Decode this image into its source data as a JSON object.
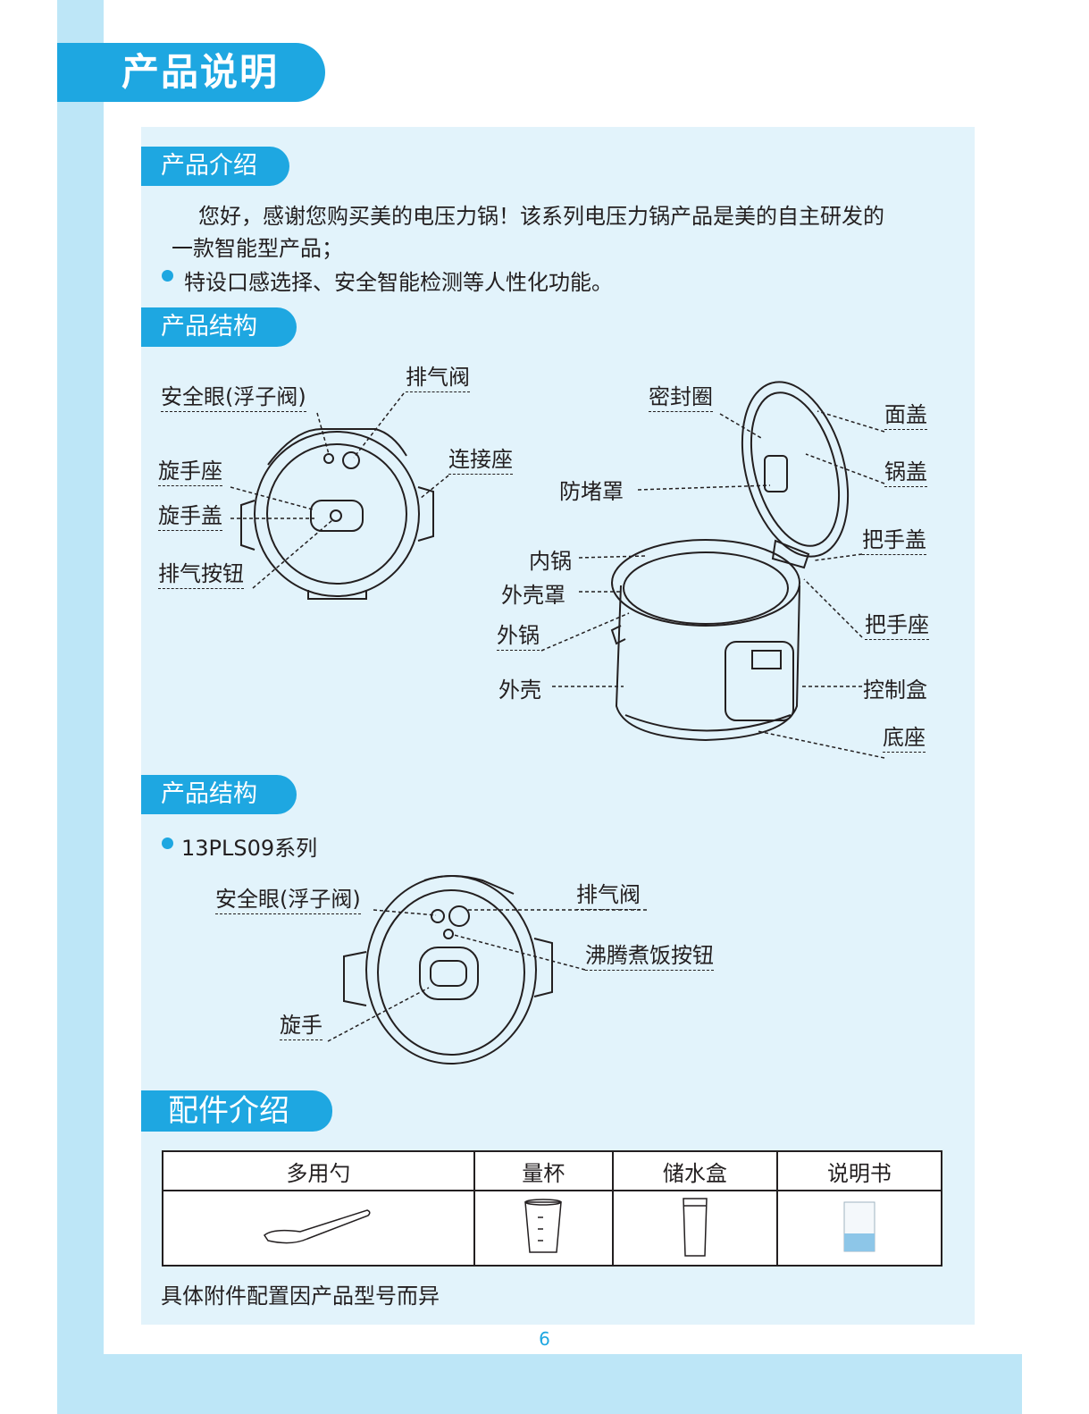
{
  "header": {
    "title": "产品说明"
  },
  "intro": {
    "heading": "产品介绍",
    "paragraph_line1": "您好，感谢您购买美的电压力锅！该系列电压力锅产品是美的自主研发的",
    "paragraph_line2": "一款智能型产品；",
    "bullet": "特设口感选择、安全智能检测等人性化功能。"
  },
  "structure1": {
    "heading": "产品结构",
    "labels": {
      "safety_eye": "安全眼(浮子阀)",
      "exhaust_valve": "排气阀",
      "knob_seat": "旋手座",
      "knob_cover": "旋手盖",
      "exhaust_button": "排气按钮",
      "connector_seat": "连接座",
      "seal_ring": "密封圈",
      "face_cover": "面盖",
      "pot_lid": "锅盖",
      "anti_block_cover": "防堵罩",
      "inner_pot": "内锅",
      "shell_cover": "外壳罩",
      "handle_cover": "把手盖",
      "outer_pot": "外锅",
      "handle_seat": "把手座",
      "outer_shell": "外壳",
      "control_box": "控制盒",
      "base": "底座"
    }
  },
  "structure2": {
    "heading": "产品结构",
    "model": "13PLS09系列",
    "labels": {
      "safety_eye": "安全眼(浮子阀)",
      "exhaust_valve": "排气阀",
      "boil_button": "沸腾煮饭按钮",
      "knob": "旋手"
    }
  },
  "accessories": {
    "heading": "配件介绍",
    "columns": [
      "多用勺",
      "量杯",
      "储水盒",
      "说明书"
    ],
    "note": "具体附件配置因产品型号而异"
  },
  "page_number": "6",
  "colors": {
    "accent": "#1ea7e1",
    "panel": "#e2f3fb",
    "strip": "#bde6f7"
  }
}
